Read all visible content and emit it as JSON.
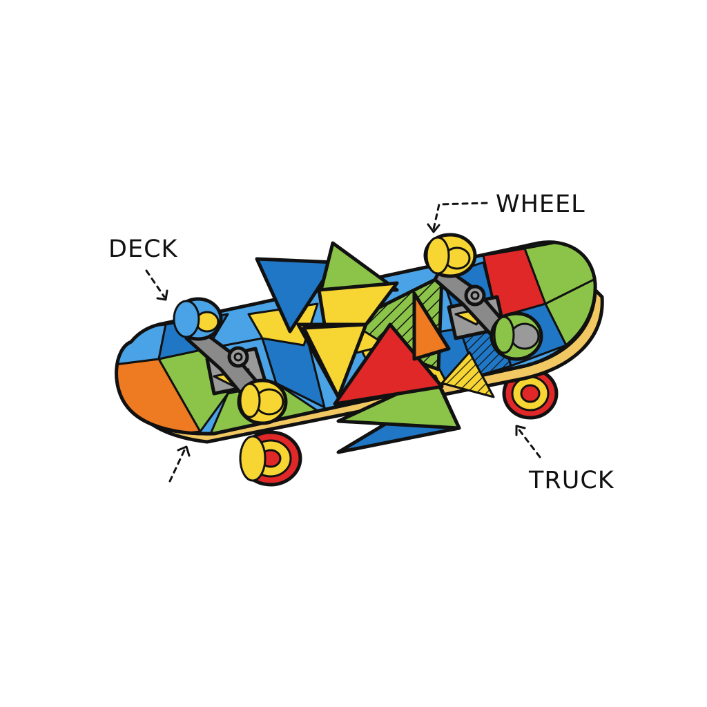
{
  "labels": {
    "deck": "DECK",
    "wheel": "WHEEL",
    "truck": "TRUCK"
  },
  "colors": {
    "blue": "#1f77c6",
    "light_blue": "#4aa3e6",
    "green": "#8cc44a",
    "yellow": "#f7d634",
    "red": "#e02828",
    "orange": "#ee7a22",
    "edge_tan": "#f2c862",
    "truck_gray": "#9a9a9a",
    "outline": "#111111"
  },
  "icons": {
    "skateboard": "skateboard-illustration",
    "wheel": "wheel-icon",
    "truck": "truck-icon"
  }
}
